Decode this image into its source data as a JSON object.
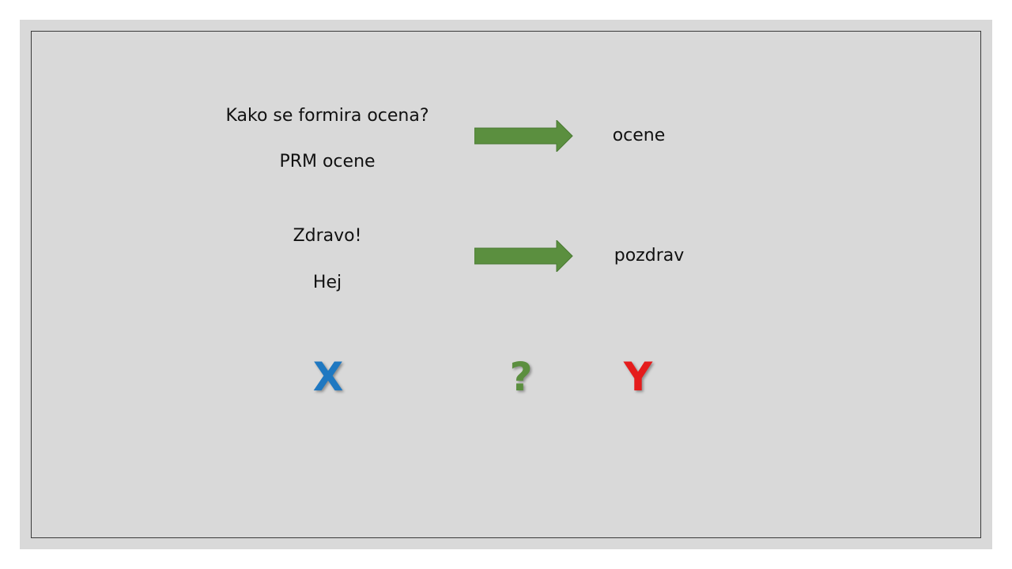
{
  "rows": [
    {
      "inputs": [
        "Kako se formira ocena?",
        "PRM ocene"
      ],
      "label": "ocene"
    },
    {
      "inputs": [
        "Zdravo!",
        "Hej"
      ],
      "label": "pozdrav"
    }
  ],
  "symbols": {
    "x": "X",
    "question": "?",
    "y": "Y"
  },
  "colors": {
    "background": "#d9d9d9",
    "arrow": "#5b8f3f",
    "x": "#1f78c1",
    "question": "#5b8f3f",
    "y": "#e51c1c"
  }
}
